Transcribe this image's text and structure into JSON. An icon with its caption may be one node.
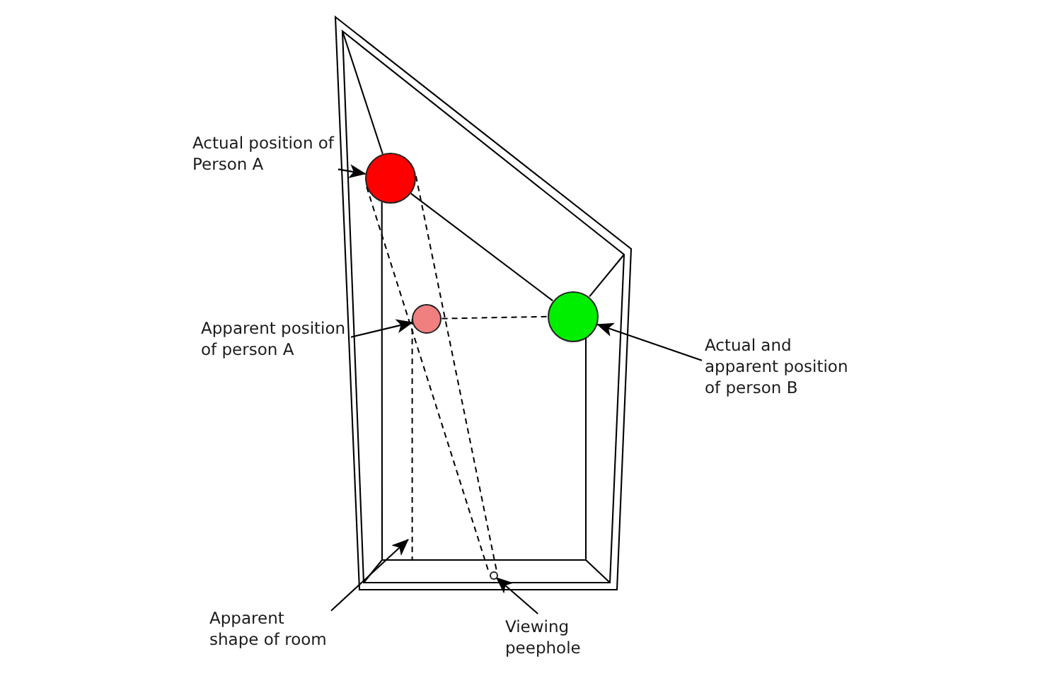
{
  "diagram": {
    "nodes": [
      {
        "text": [
          "Actual position of Person A"
        ]
      },
      {
        "text": [],
        "shape": "circle"
      },
      {
        "text": [
          "Apparent position of person A"
        ]
      },
      {
        "text": [],
        "shape": "circle"
      },
      {
        "text": [],
        "shape": "circle"
      },
      {
        "text": [
          "Actual and apparent position of person B"
        ]
      },
      {
        "text": [],
        "shape": "circle"
      },
      {
        "text": [
          "Apparent shape of room"
        ]
      },
      {
        "text": [
          "Viewing peephole"
        ]
      }
    ],
    "edges": [
      {
        "from": 0,
        "to": 1,
        "arrow": "to"
      },
      {
        "from": 2,
        "to": 3,
        "arrow": "to"
      },
      {
        "from": 5,
        "to": 4,
        "arrow": "to"
      },
      {
        "from": 7,
        "to": null,
        "arrow": "to"
      },
      {
        "from": 8,
        "to": 6,
        "arrow": "to"
      },
      {
        "from": 1,
        "to": 4,
        "arrow": "none"
      },
      {
        "from": 1,
        "to": 4,
        "arrow": "none"
      },
      {
        "from": 1,
        "to": null,
        "arrow": "none"
      },
      {
        "from": 4,
        "to": null,
        "arrow": "none"
      },
      {
        "from": 3,
        "to": 4,
        "arrow": "none",
        "style": "dashed"
      },
      {
        "from": 1,
        "to": 6,
        "arrow": "none",
        "style": "dashed"
      },
      {
        "from": 1,
        "to": 6,
        "arrow": "none",
        "style": "dashed"
      },
      {
        "from": 3,
        "to": null,
        "arrow": "none",
        "style": "dashed"
      }
    ]
  }
}
